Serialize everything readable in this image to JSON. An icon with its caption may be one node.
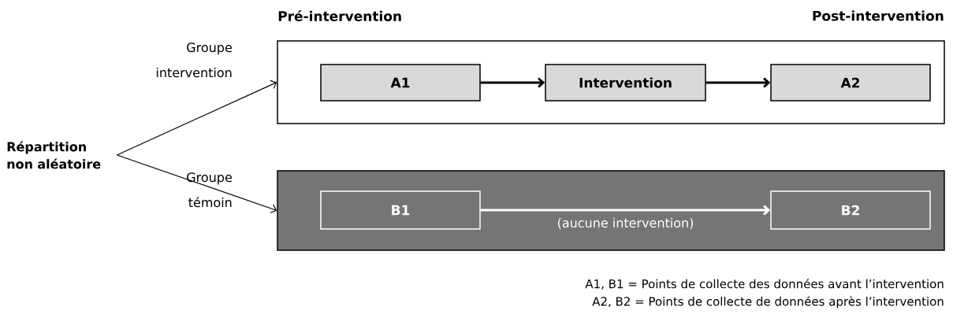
{
  "diagram": {
    "nodes": [
      {
        "text": [
          "Répartition non aléatoire"
        ]
      },
      {
        "text": [
          "Groupe intervention"
        ]
      },
      {
        "text": [
          "A1"
        ],
        "in": 1
      },
      {
        "text": [
          "Intervention"
        ],
        "in": 1
      },
      {
        "text": [
          "A2"
        ],
        "in": 1
      },
      {
        "text": [
          "Groupe témoin"
        ]
      },
      {
        "text": [
          "B1"
        ],
        "in": 5
      },
      {
        "text": [
          "B2"
        ],
        "in": 5
      }
    ],
    "edges": [
      {
        "from": 0,
        "to": 1,
        "arrow": "to"
      },
      {
        "from": 0,
        "to": 5,
        "arrow": "to"
      },
      {
        "from": 2,
        "to": 3,
        "arrow": "to"
      },
      {
        "from": 3,
        "to": 4,
        "arrow": "to"
      },
      {
        "from": 6,
        "to": 7,
        "arrow": "to",
        "color": "#ffffff",
        "label": "(aucune intervention)"
      }
    ],
    "labels": [
      "Pré-intervention",
      "Post-intervention",
      "A1, B1 = Points de collecte des données avant l’intervention",
      "A2, B2 = Points de collecte de données après l’intervention"
    ]
  }
}
